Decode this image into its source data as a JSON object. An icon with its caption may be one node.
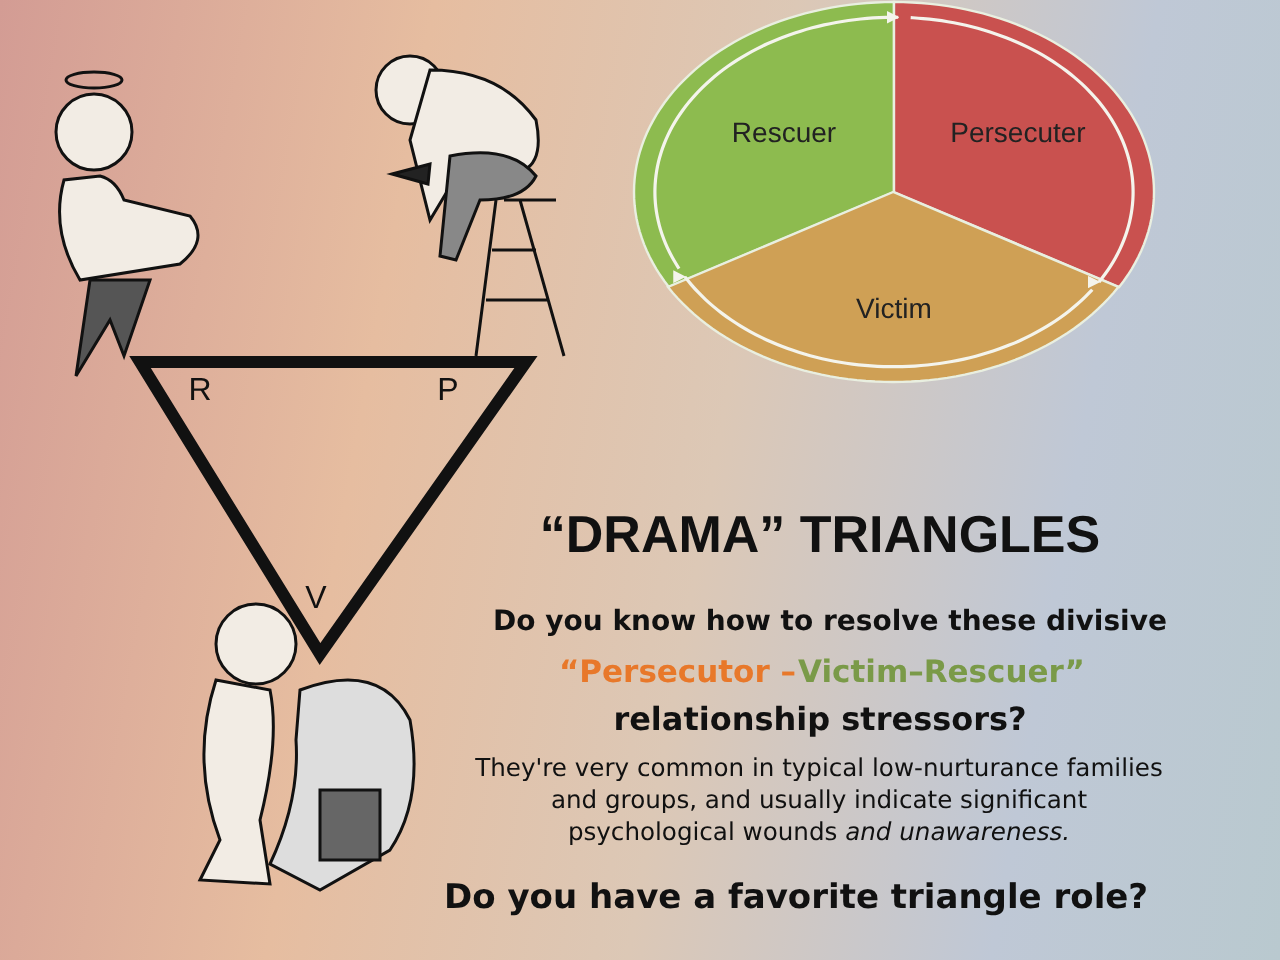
{
  "diagram": {
    "title": "“DRAMA” TRIANGLES",
    "nodes": [
      {
        "text": [
          "Rescuer"
        ]
      },
      {
        "text": [
          "Persecuter"
        ]
      },
      {
        "text": [
          "Victim"
        ]
      }
    ],
    "edges": [
      {
        "from": 0,
        "to": 1,
        "arrow": "to"
      },
      {
        "from": 1,
        "to": 2,
        "arrow": "to"
      },
      {
        "from": 2,
        "to": 0,
        "arrow": "to"
      }
    ],
    "labels": [
      "R",
      "P",
      "V",
      "Do you know how to resolve these divisive",
      "“Persecutor –",
      "Victim–Rescuer”",
      "relationship stressors?",
      "They're very common in typical low-nurturance families and groups, and usually indicate significant psychological wounds *and unawareness.*",
      "Do you have a favorite triangle role?"
    ]
  }
}
